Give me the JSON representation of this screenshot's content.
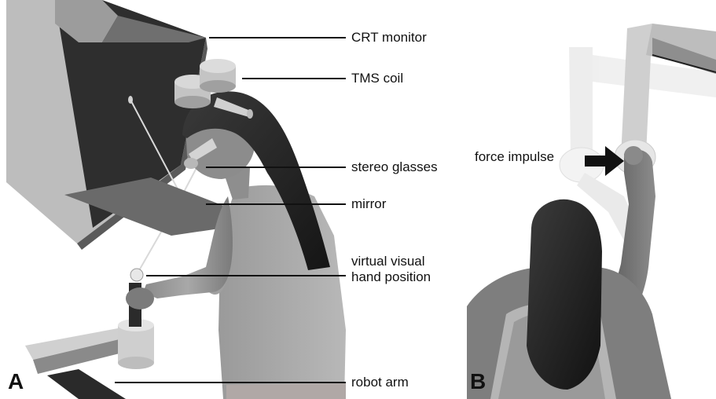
{
  "panel_a": {
    "letter": "A",
    "labels": {
      "crt_monitor": "CRT monitor",
      "tms_coil": "TMS coil",
      "stereo_glasses": "stereo glasses",
      "mirror": "mirror",
      "virtual_hand_line1": "virtual visual",
      "virtual_hand_line2": "hand position",
      "robot_arm": "robot arm"
    }
  },
  "panel_b": {
    "letter": "B",
    "labels": {
      "force_impulse": "force impulse"
    }
  }
}
